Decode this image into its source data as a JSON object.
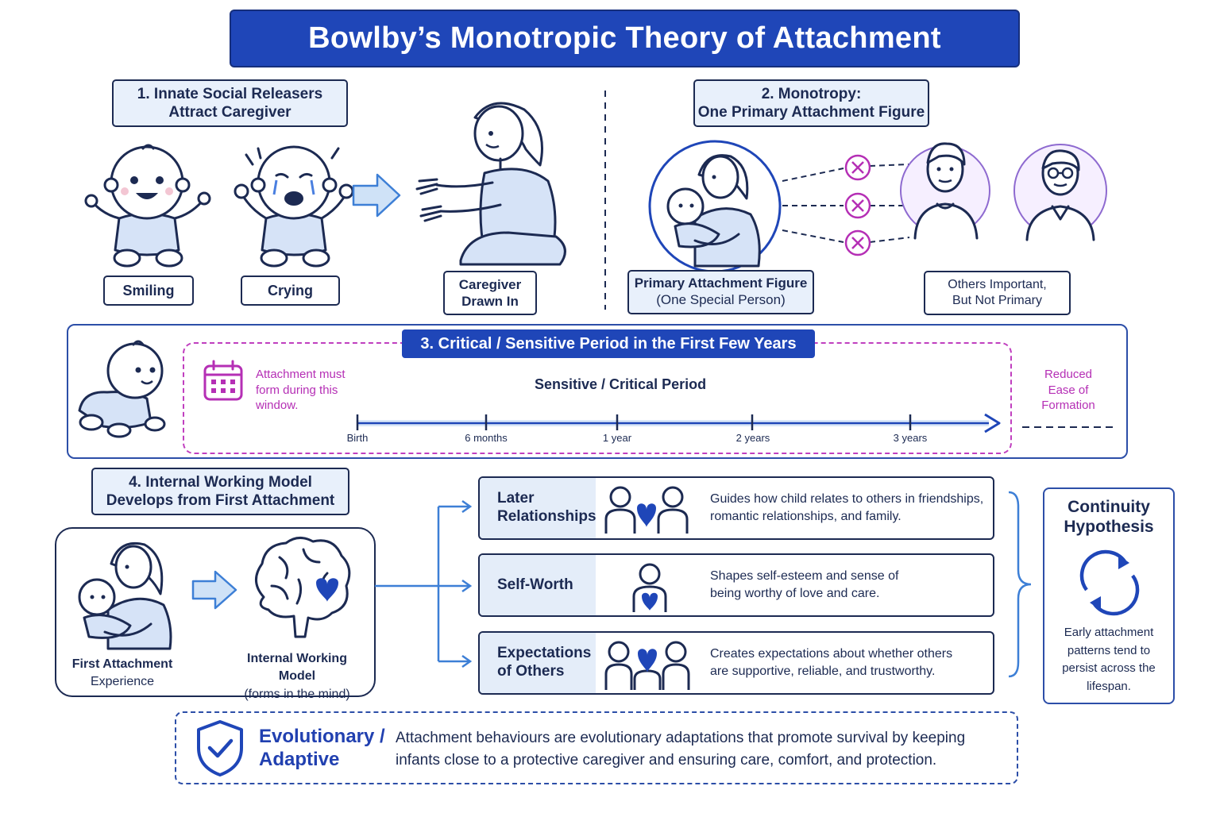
{
  "title": "Bowlby’s Monotropic Theory of Attachment",
  "section1": {
    "heading_line1": "1. Innate Social Releasers",
    "heading_line2": "Attract Caregiver",
    "smiling": "Smiling",
    "crying": "Crying",
    "caregiver_line1": "Caregiver",
    "caregiver_line2": "Drawn In"
  },
  "section2": {
    "heading_line1": "2. Monotropy:",
    "heading_line2": "One Primary Attachment Figure",
    "primary_line1": "Primary Attachment Figure",
    "primary_line2": "(One Special Person)",
    "others_line1": "Others Important,",
    "others_line2": "But Not Primary"
  },
  "section3": {
    "heading": "3. Critical / Sensitive Period in the First Few Years",
    "note_line1": "Attachment must",
    "note_line2": "form during this",
    "note_line3": "window.",
    "period_label": "Sensitive / Critical Period",
    "ticks": [
      "Birth",
      "6 months",
      "1 year",
      "2 years",
      "3 years"
    ],
    "reduced_line1": "Reduced",
    "reduced_line2": "Ease of",
    "reduced_line3": "Formation"
  },
  "section4": {
    "heading_line1": "4. Internal Working Model",
    "heading_line2": "Develops from First Attachment",
    "first_line1": "First Attachment",
    "first_line2": "Experience",
    "iwm_line1": "Internal Working Model",
    "iwm_line2": "(forms in the mind)",
    "rows": [
      {
        "label_line1": "Later",
        "label_line2": "Relationships",
        "desc_line1": "Guides how child relates to others in friendships,",
        "desc_line2": "romantic relationships, and family."
      },
      {
        "label_line1": "Self-Worth",
        "label_line2": "",
        "desc_line1": "Shapes self-esteem and sense of",
        "desc_line2": "being worthy of love and care."
      },
      {
        "label_line1": "Expectations",
        "label_line2": "of Others",
        "desc_line1": "Creates expectations about whether others",
        "desc_line2": "are supportive, reliable, and trustworthy."
      }
    ]
  },
  "continuity": {
    "title_line1": "Continuity",
    "title_line2": "Hypothesis",
    "text_line1": "Early attachment",
    "text_line2": "patterns tend to",
    "text_line3": "persist across the",
    "text_line4": "lifespan."
  },
  "evolutionary": {
    "title_line1": "Evolutionary /",
    "title_line2": "Adaptive",
    "text_line1": "Attachment behaviours are evolutionary adaptations that promote survival by keeping",
    "text_line2": "infants close to a protective caregiver and ensuring care, comfort, and protection."
  },
  "icons": [
    "smiling-baby-icon",
    "crying-baby-icon",
    "arrow-right-icon",
    "caregiver-icon",
    "mother-baby-icon",
    "cross-icon",
    "man-icon",
    "older-man-icon",
    "crawling-baby-icon",
    "calendar-icon",
    "brain-heart-icon",
    "people-heart-icon",
    "person-heart-icon",
    "cycle-icon",
    "shield-check-icon"
  ],
  "colors": {
    "primary_blue": "#1f46b8",
    "light_blue": "#e8f0fb",
    "magenta": "#c03fbf",
    "navy": "#1c2a52"
  }
}
